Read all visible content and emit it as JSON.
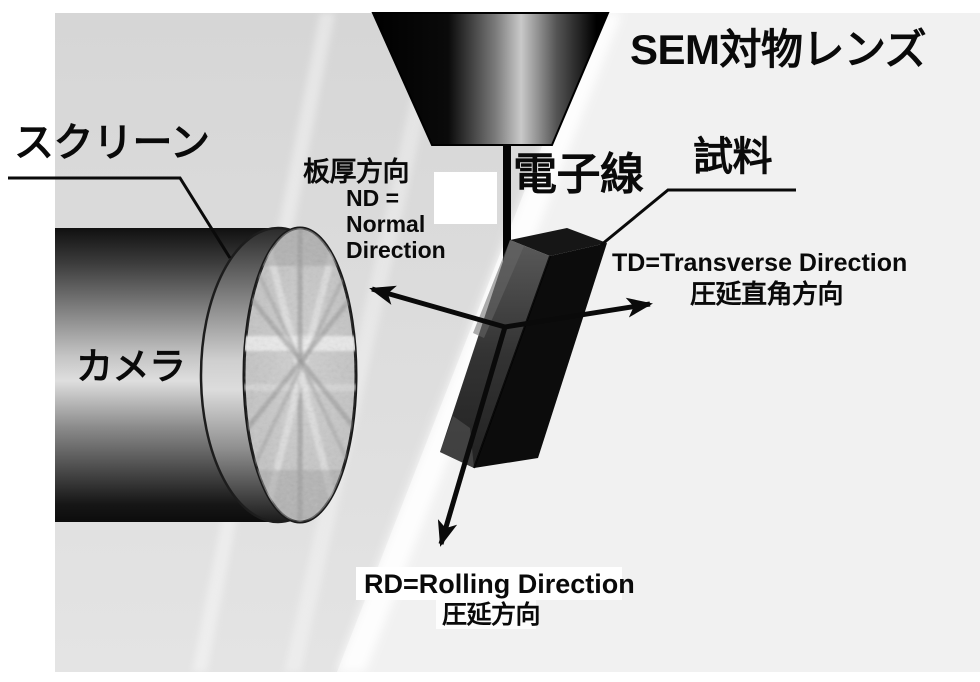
{
  "figure": {
    "description": "EBSD / SEM measurement geometry diagram"
  },
  "labels": {
    "lens": "SEM対物レンズ",
    "beam": "電子線",
    "sample": "試料",
    "screen": "スクリーン",
    "camera": "カメラ",
    "nd": {
      "jp": "板厚方向",
      "line1": "ND =",
      "line2": "Normal",
      "line3": "Direction"
    },
    "td": {
      "en": "TD=Transverse Direction",
      "jp": "圧延直角方向"
    },
    "rd": {
      "en": "RD=Rolling Direction",
      "jp": "圧延方向"
    }
  },
  "colors": {
    "background_light": "#f1f1f1",
    "background_shade": "#d9d9d9",
    "ink": "#0a0a0a",
    "sample_dark": "#0e0e0e",
    "white": "#ffffff"
  }
}
